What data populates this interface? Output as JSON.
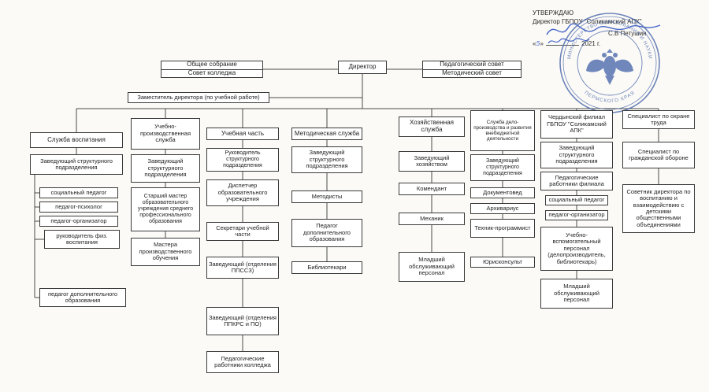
{
  "colors": {
    "stamp": "#4a67ac",
    "ink": "#3355c4",
    "line": "#4a4a4a",
    "box_border": "#3a3a3a"
  },
  "approval": {
    "heading": "УТВЕРЖДАЮ",
    "subheading": "Директор ГБПОУ \"Соликамский АПК\"",
    "signer_name": "С.В Петушин",
    "date_quote_open": "«",
    "date_day": "5",
    "date_quote_close": "»",
    "date_year": "2021 г."
  },
  "stamp": {
    "arc_top": "МИНИСТЕРСТВО ОБРАЗОВАНИЯ И НАУКИ",
    "arc_bottom": "ПЕРМСКОГО КРАЯ"
  },
  "top": {
    "director": "Директор",
    "left_box": {
      "row1": "Общее собрание",
      "row2": "Совет колледжа"
    },
    "right_box": {
      "row1": "Педагогический совет",
      "row2": "Методический совет"
    },
    "deputy": "Заместитель директора (по учебной работе)"
  },
  "columns": [
    {
      "title": "Служба воспитания",
      "children": [
        "Заведующий структурного подразделения",
        "социальный педагог",
        "педагог-психолог",
        "педагог-организатор",
        "руководитель физ. воспитания",
        "педагог дополнительного образования"
      ]
    },
    {
      "title": "Учебно-производственная служба",
      "children": [
        "Заведующий структурного подразделения",
        "Старший мастер образовательного учреждения среднего профессионального образования",
        "Мастера производственного обучения"
      ]
    },
    {
      "title": "Учебная часть",
      "children": [
        "Руководитель структурного подразделения",
        "Диспетчер образовательного учреждения",
        "Секретари учебной части",
        "Заведующий (отделения ППССЗ)",
        "Заведующий (отделения ППКРС и ПО)",
        "Педагогические работники колледжа"
      ]
    },
    {
      "title": "Методическая служба",
      "children": [
        "Заведующий структурного подразделения",
        "Методисты",
        "Педагог дополнительного образования",
        "Библиотекари"
      ]
    },
    {
      "title": "Хозяйственная служба",
      "children": [
        "Заведующий хозяйством",
        "Комендант",
        "Механик",
        "Младший обслуживающий персонал"
      ]
    },
    {
      "title": "Служба дело-производства и развития внебюджетной деятельности",
      "children": [
        "Заведующий структурного подразделения",
        "Документовед",
        "Архивариус",
        "Техник-программист",
        "Юрисконсульт"
      ]
    },
    {
      "title": "Чердынский филиал ГБПОУ \"Соликамский АПК\"",
      "children": [
        "Заведующий структурного подразделения",
        "Педагогические работники филиала",
        "социальный педагог",
        "педагог-организатор",
        "Учебно-вспомогательный персонал (делопроизводитель, библиотекарь)",
        "Младший обслуживающий персонал"
      ]
    }
  ],
  "right_boxes": [
    "Специалист по охране труда",
    "Специалист по гражданской обороне",
    "Советник директора по воспитанию и взаимодействию с детскими общественными объединениями"
  ]
}
